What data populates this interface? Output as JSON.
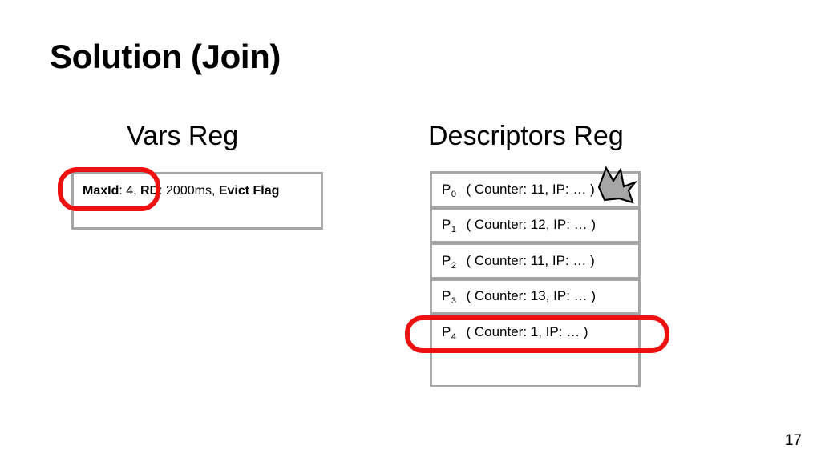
{
  "slide": {
    "title": "Solution (Join)",
    "page_number": "17"
  },
  "vars_reg": {
    "heading": "Vars Reg",
    "fields": {
      "maxid_label": "MaxId",
      "maxid_value": ": 4, ",
      "rd_label": "RD",
      "rd_value": ": 2000ms, ",
      "evict_label": "Evict Flag"
    },
    "full_text": "MaxId: 4, RD: 2000ms, Evict Flag",
    "highlight_color": "#ee1111"
  },
  "descriptors_reg": {
    "heading": "Descriptors Reg",
    "rows": [
      {
        "pid": "P",
        "index": "0",
        "body": "( Counter: 11, IP: … )",
        "counter": 11,
        "highlighted": false
      },
      {
        "pid": "P",
        "index": "1",
        "body": "( Counter: 12, IP: … )",
        "counter": 12,
        "highlighted": false
      },
      {
        "pid": "P",
        "index": "2",
        "body": "( Counter: 11, IP: … )",
        "counter": 11,
        "highlighted": false
      },
      {
        "pid": "P",
        "index": "3",
        "body": "( Counter: 13, IP: … )",
        "counter": 13,
        "highlighted": false
      },
      {
        "pid": "P",
        "index": "4",
        "body": "( Counter: 1, IP: … )",
        "counter": 1,
        "highlighted": true
      },
      {
        "pid": "",
        "index": "",
        "body": "",
        "counter": null,
        "highlighted": false
      }
    ],
    "highlight_color": "#ee1111",
    "border_color": "#a6a6a6"
  },
  "annotations": {
    "pointer_icon": "crown-arrow-pointer",
    "pointer_fill": "#a6a6a6",
    "pointer_stroke": "#000000"
  }
}
